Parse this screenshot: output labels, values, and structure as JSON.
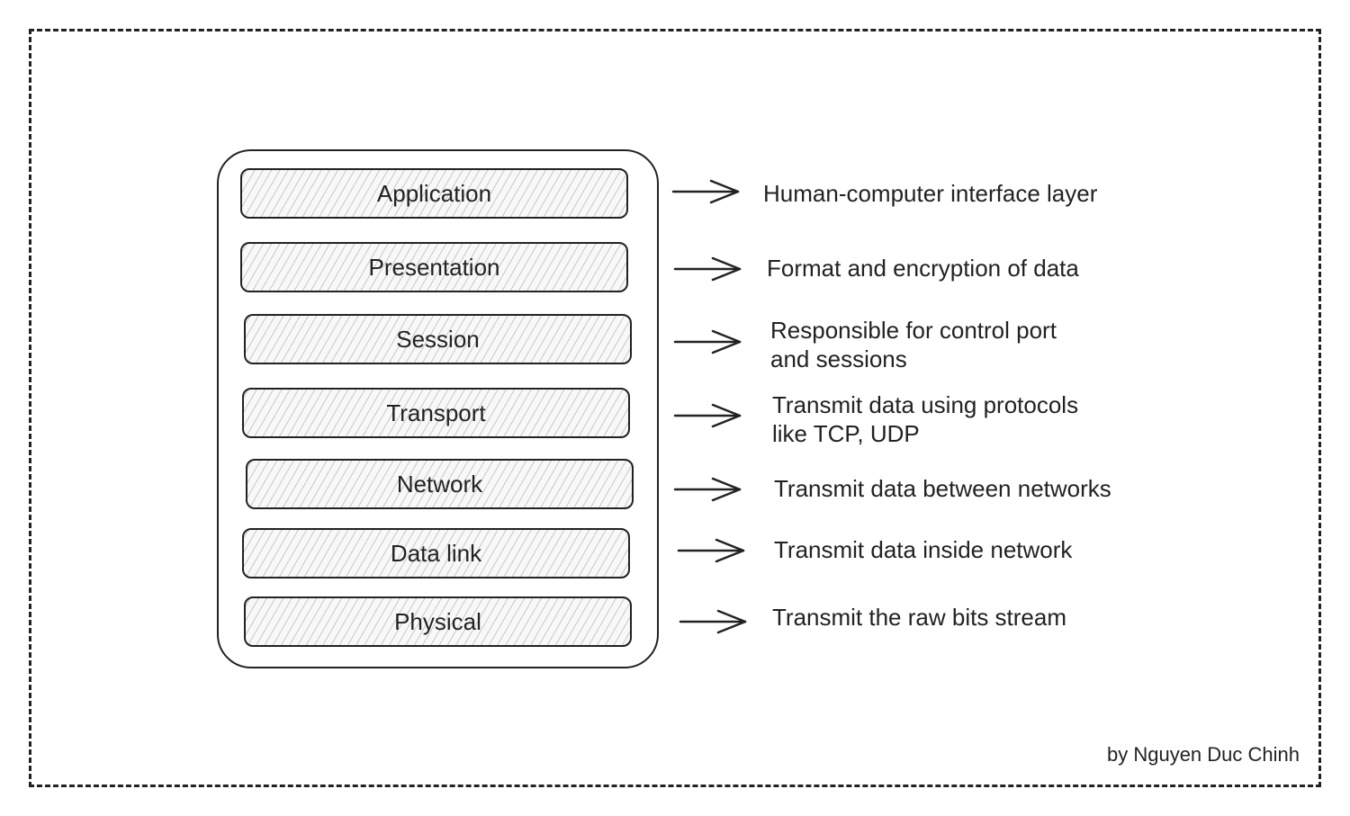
{
  "layers": [
    {
      "name": "Application",
      "description": [
        "Human-computer interface layer"
      ]
    },
    {
      "name": "Presentation",
      "description": [
        "Format and encryption of data"
      ]
    },
    {
      "name": "Session",
      "description": [
        "Responsible for control port",
        "and sessions"
      ]
    },
    {
      "name": "Transport",
      "description": [
        "Transmit data using protocols",
        "like TCP, UDP"
      ]
    },
    {
      "name": "Network",
      "description": [
        "Transmit data between networks"
      ]
    },
    {
      "name": "Data link",
      "description": [
        "Transmit data inside network"
      ]
    },
    {
      "name": "Physical",
      "description": [
        "Transmit the raw bits stream"
      ]
    }
  ],
  "credit": "by Nguyen Duc Chinh",
  "colors": {
    "stroke": "#222222",
    "hatch": "#c8c8c8",
    "box_fill": "#f8f8f8",
    "background": "#ffffff"
  }
}
